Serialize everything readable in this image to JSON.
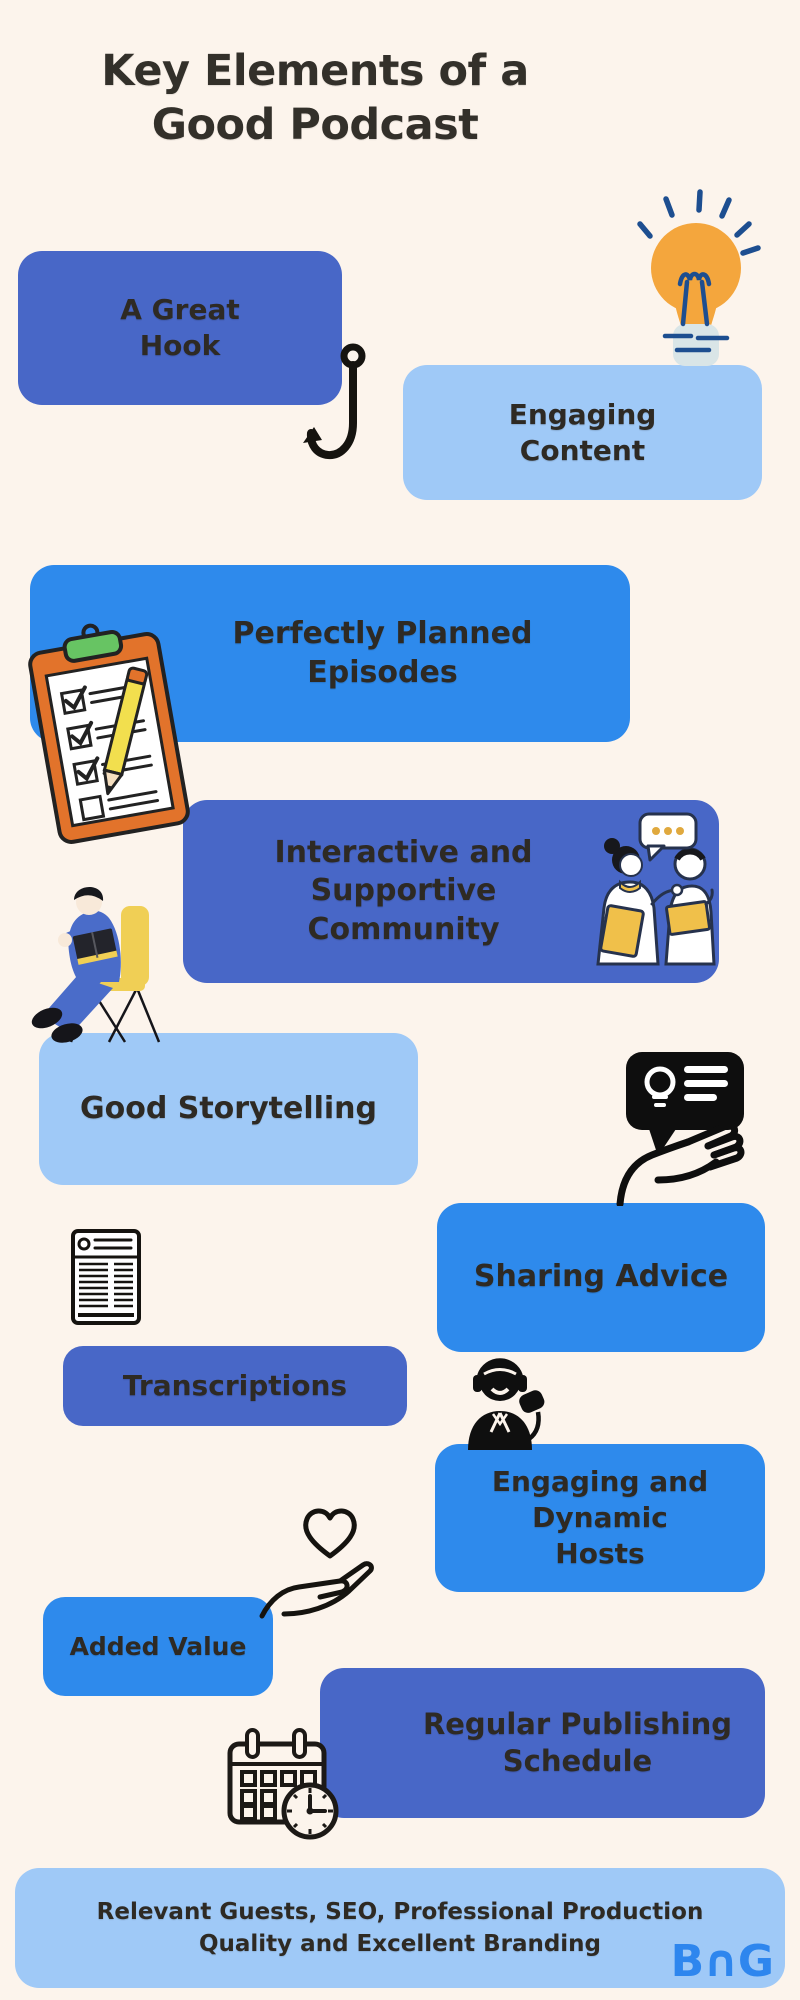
{
  "title": {
    "lines": [
      "Key Elements of a",
      "Good Podcast"
    ]
  },
  "cards": [
    {
      "id": "a-great-hook",
      "lines": [
        "A Great",
        "Hook"
      ]
    },
    {
      "id": "engaging-content",
      "lines": [
        "Engaging",
        "Content"
      ]
    },
    {
      "id": "perfectly-planned-episodes",
      "lines": [
        "Perfectly Planned",
        "Episodes"
      ]
    },
    {
      "id": "interactive-supportive-community",
      "lines": [
        "Interactive and",
        "Supportive",
        "Community"
      ]
    },
    {
      "id": "good-storytelling",
      "lines": [
        "Good Storytelling"
      ]
    },
    {
      "id": "sharing-advice",
      "lines": [
        "Sharing Advice"
      ]
    },
    {
      "id": "transcriptions",
      "lines": [
        "Transcriptions"
      ]
    },
    {
      "id": "engaging-dynamic-hosts",
      "lines": [
        "Engaging and",
        "Dynamic",
        "Hosts"
      ]
    },
    {
      "id": "added-value",
      "lines": [
        "Added Value"
      ]
    },
    {
      "id": "regular-publishing-schedule",
      "lines": [
        "Regular Publishing",
        "Schedule"
      ]
    }
  ],
  "footer": {
    "lines": [
      "Relevant Guests, SEO, Professional Production",
      "Quality and Excellent Branding"
    ],
    "brand": "BNG",
    "logo_display": "B∩G"
  },
  "icons": {
    "hook-icon": "fishing hook",
    "lightbulb-icon": "glowing light bulb",
    "clipboard-checklist-icon": "clipboard with checklist and pencil",
    "community-illustration": "two people chatting with speech bubble",
    "reader-illustration": "person reading a book on a chair",
    "advice-bubble-hand-icon": "hand holding idea speech bubble",
    "transcript-document-icon": "text document",
    "podcast-host-icon": "host with headset and microphone",
    "hand-heart-icon": "hand offering a heart",
    "calendar-clock-icon": "calendar with clock"
  },
  "colors": {
    "background": "#fcf4ec",
    "card_indigo": "#4867c7",
    "card_bright_blue": "#2e8aec",
    "card_light_blue": "#9fc9f7",
    "text_dark": "#2e2a24",
    "accent_navy": "#1d4e90",
    "bulb_orange": "#f4a63d",
    "clipboard_orange": "#e2732b",
    "clip_green": "#67c463",
    "highlight_yellow": "#f0cf55",
    "logo_blue": "#2e86ee"
  }
}
